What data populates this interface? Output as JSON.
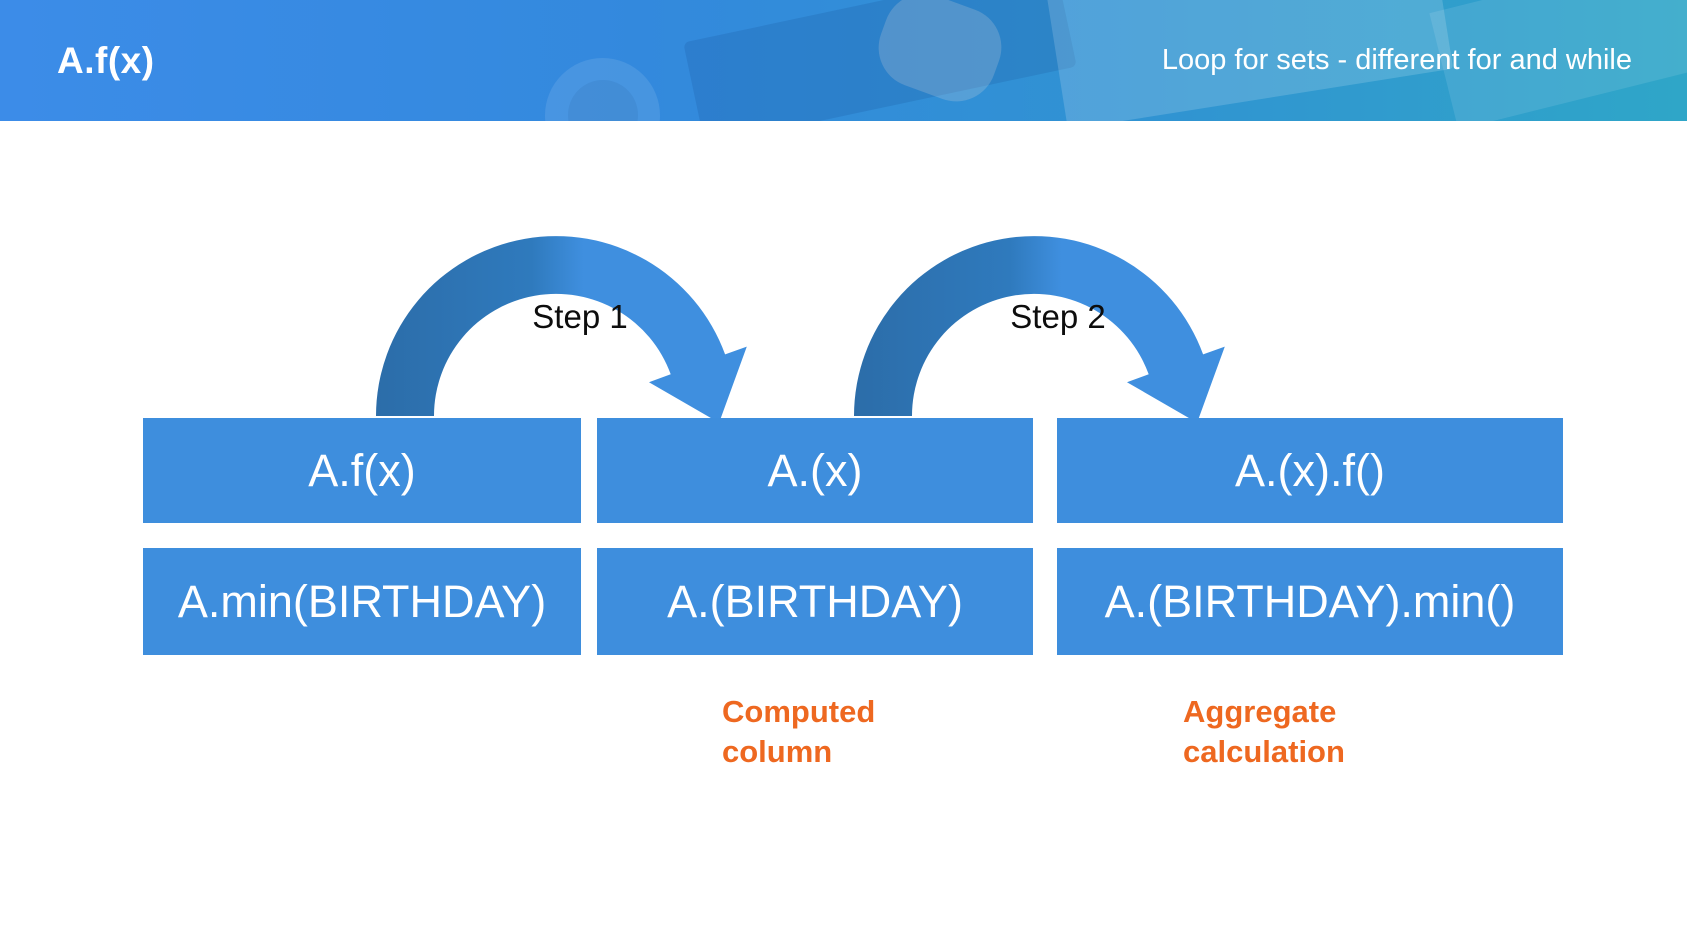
{
  "header": {
    "title": "A.f(x)",
    "subtitle": "Loop for sets - different for and while",
    "bg_left_color": "#3c8ce8",
    "bg_right_color": "#2fa6c8"
  },
  "diagram": {
    "arrows": [
      {
        "label": "Step 1"
      },
      {
        "label": "Step 2"
      }
    ],
    "arrow_colors": {
      "dark": "#2c6da9",
      "light": "#3f8fdf"
    },
    "box_color": "#3e8edd",
    "note_color": "#ee6820",
    "columns": [
      {
        "generic": "A.f(x)",
        "example": "A.min(BIRTHDAY)",
        "note": ""
      },
      {
        "generic": "A.(x)",
        "example": "A.(BIRTHDAY)",
        "note": "Computed column"
      },
      {
        "generic": "A.(x).f()",
        "example": "A.(BIRTHDAY).min()",
        "note": "Aggregate calculation"
      }
    ]
  }
}
